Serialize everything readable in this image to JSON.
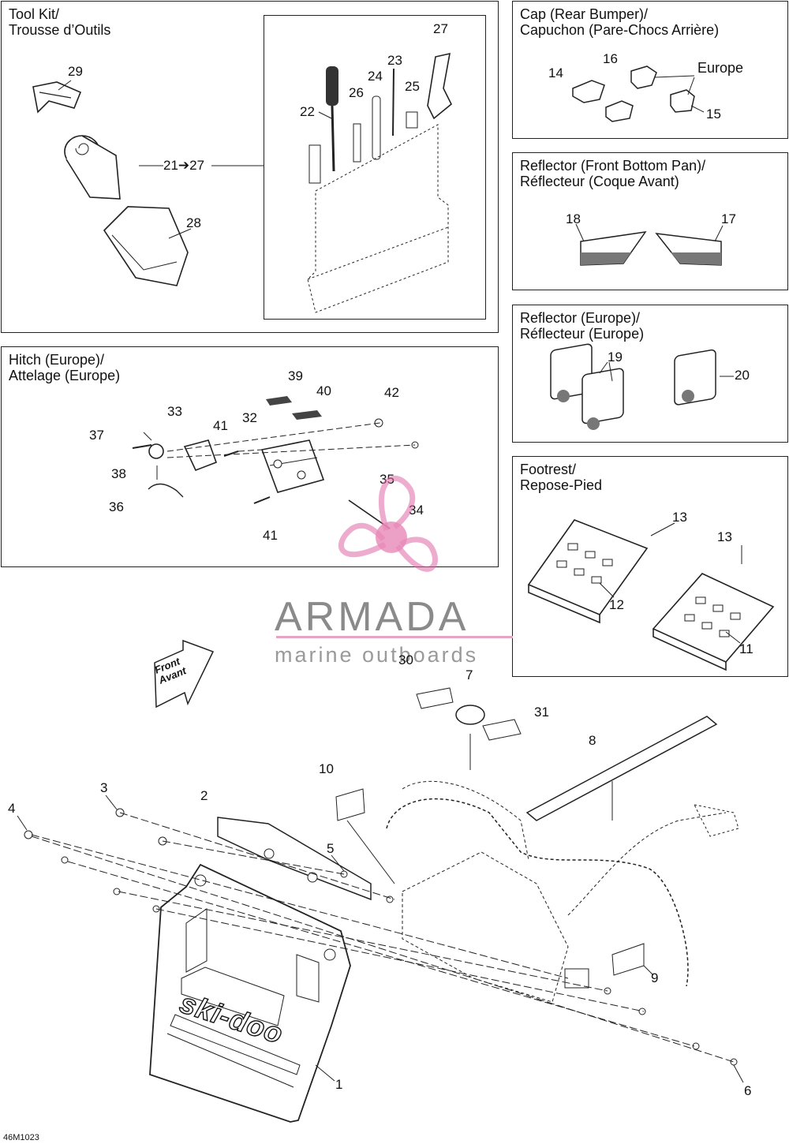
{
  "panels": {
    "tool_kit": {
      "title": "Tool Kit/\nTrousse d’Outils",
      "callouts": [
        "29",
        "21➔27",
        "28",
        "22",
        "26",
        "24",
        "23",
        "25",
        "27"
      ]
    },
    "cap": {
      "title": "Cap (Rear Bumper)/\nCapuchon (Pare-Chocs Arrière)",
      "callouts": [
        "14",
        "16",
        "15"
      ],
      "region_label": "Europe"
    },
    "reflector_front": {
      "title": "Reflector (Front Bottom Pan)/\nRéflecteur (Coque Avant)",
      "callouts": [
        "18",
        "17"
      ]
    },
    "reflector_europe": {
      "title": "Reflector (Europe)/\nRéflecteur (Europe)",
      "callouts": [
        "19",
        "20"
      ]
    },
    "hitch": {
      "title": "Hitch (Europe)/\nAttelage (Europe)",
      "callouts": [
        "39",
        "40",
        "42",
        "33",
        "41",
        "32",
        "37",
        "38",
        "35",
        "36",
        "41",
        "34"
      ]
    },
    "footrest": {
      "title": "Footrest/\nRepose-Pied",
      "callouts": [
        "13",
        "13",
        "12",
        "11"
      ]
    }
  },
  "main_callouts": [
    "30",
    "7",
    "31",
    "8",
    "10",
    "3",
    "2",
    "4",
    "5",
    "9",
    "1",
    "6"
  ],
  "front_arrow": {
    "line1": "Front",
    "line2": "Avant"
  },
  "brand_logo": "ski-doo",
  "watermark": {
    "brand": "ARMADA",
    "tagline": "marine outboards"
  },
  "diagram_code": "46M1023"
}
